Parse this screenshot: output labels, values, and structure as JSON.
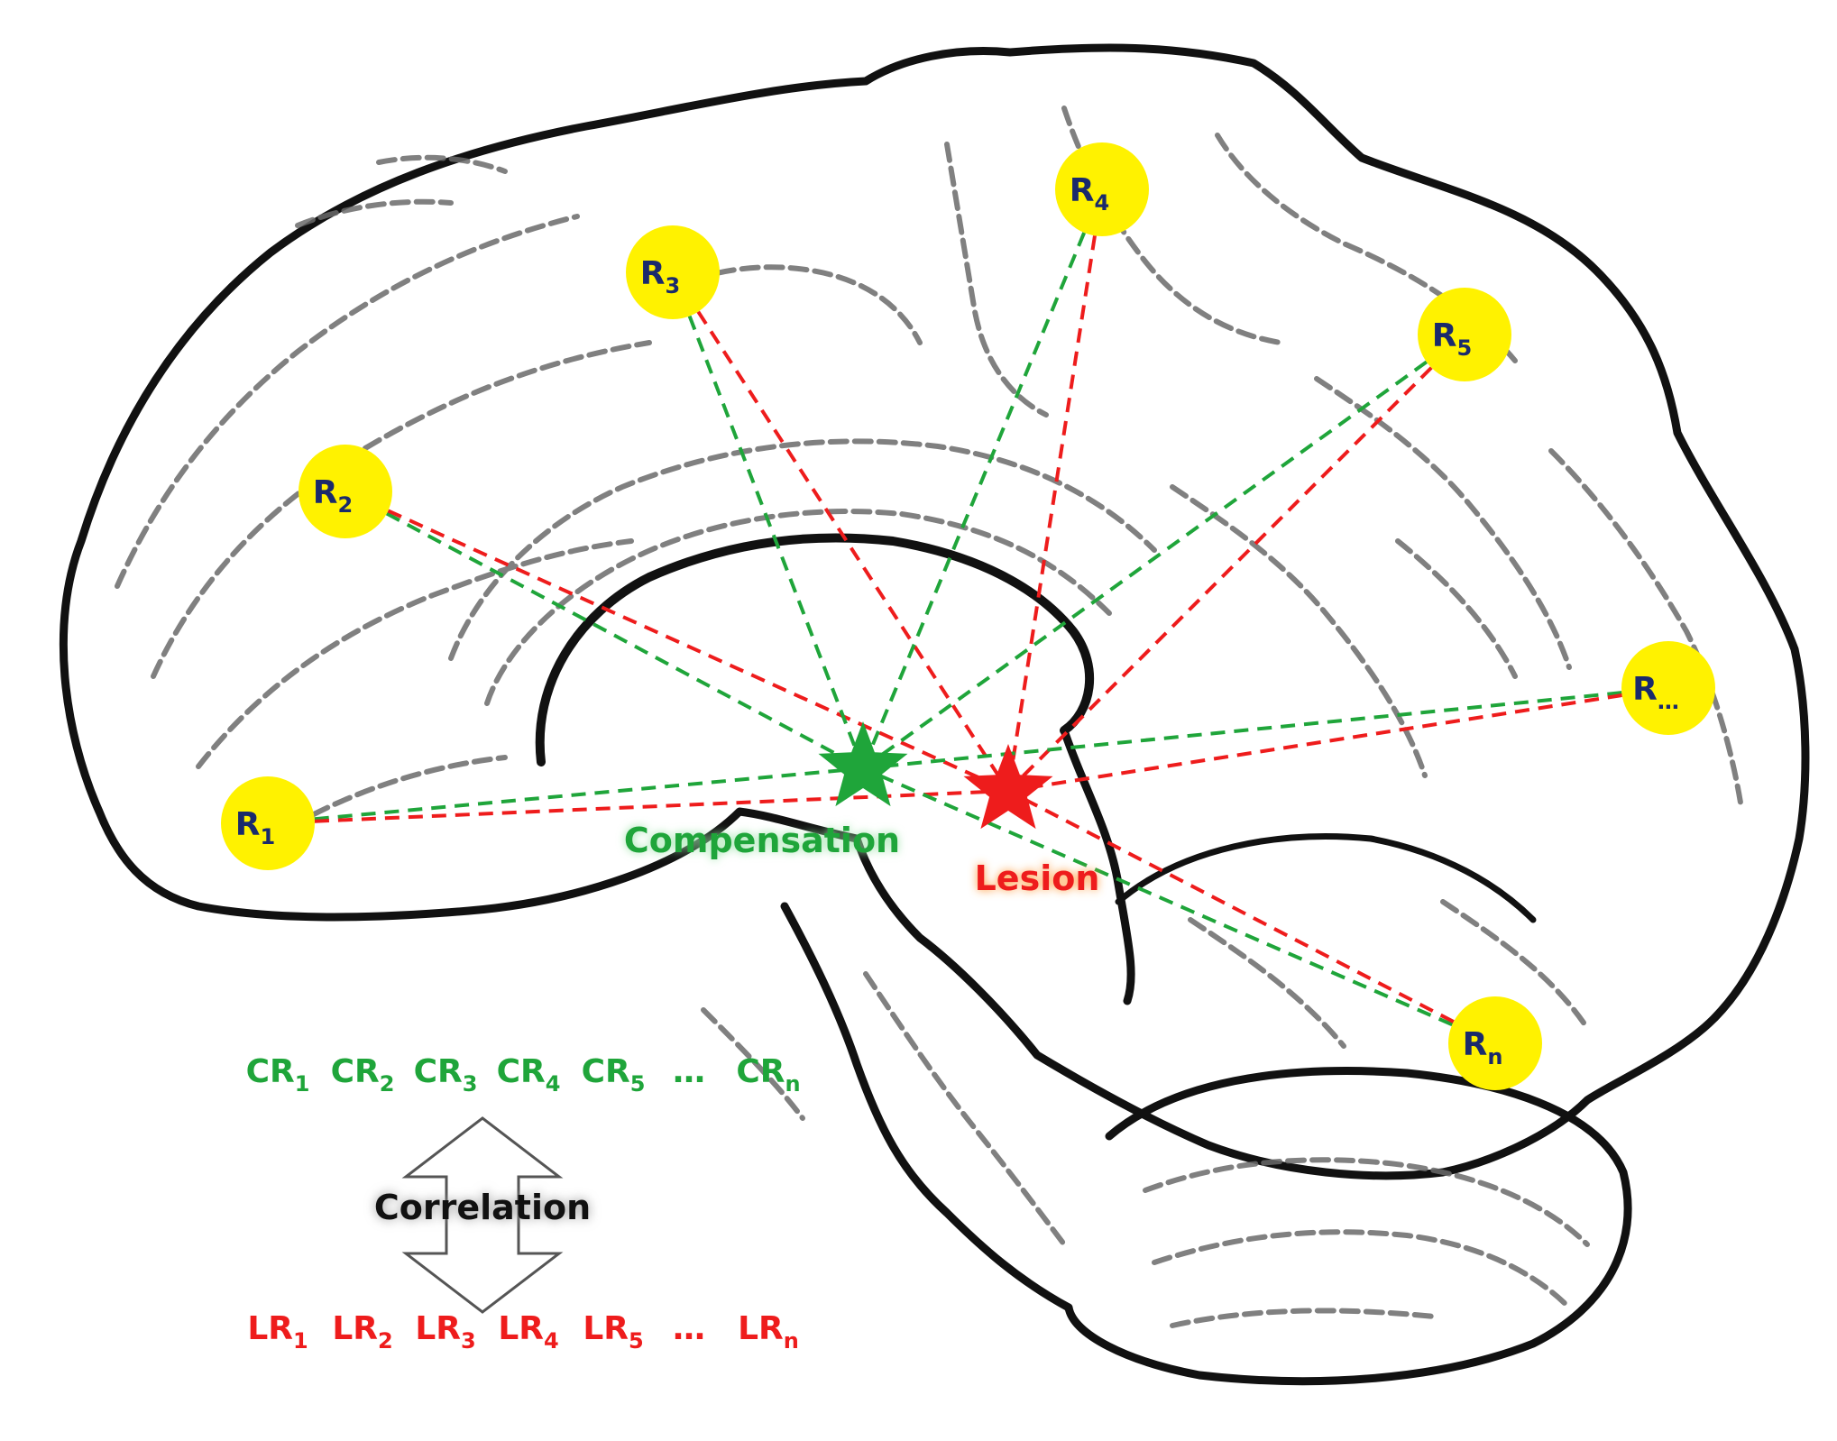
{
  "colors": {
    "green": "#1fa53a",
    "red": "#ee1c1c",
    "node_fill": "#fff200",
    "node_text": "#1a2a6c",
    "outline": "#111111",
    "fold": "#6a6a6a"
  },
  "nodes": [
    {
      "id": "r1",
      "base": "R",
      "sub": "1"
    },
    {
      "id": "r2",
      "base": "R",
      "sub": "2"
    },
    {
      "id": "r3",
      "base": "R",
      "sub": "3"
    },
    {
      "id": "r4",
      "base": "R",
      "sub": "4"
    },
    {
      "id": "r5",
      "base": "R",
      "sub": "5"
    },
    {
      "id": "rdots",
      "base": "R",
      "sub": "…"
    },
    {
      "id": "rn",
      "base": "R",
      "sub": "n"
    }
  ],
  "compensation_label": "Compensation",
  "lesion_label": "Lesion",
  "correlation_label": "Correlation",
  "cr_row": [
    {
      "base": "CR",
      "sub": "1"
    },
    {
      "base": "CR",
      "sub": "2"
    },
    {
      "base": "CR",
      "sub": "3"
    },
    {
      "base": "CR",
      "sub": "4"
    },
    {
      "base": "CR",
      "sub": "5"
    },
    {
      "base": "…",
      "sub": ""
    },
    {
      "base": "CR",
      "sub": "n"
    }
  ],
  "lr_row": [
    {
      "base": "LR",
      "sub": "1"
    },
    {
      "base": "LR",
      "sub": "2"
    },
    {
      "base": "LR",
      "sub": "3"
    },
    {
      "base": "LR",
      "sub": "4"
    },
    {
      "base": "LR",
      "sub": "5"
    },
    {
      "base": "…",
      "sub": ""
    },
    {
      "base": "LR",
      "sub": "n"
    }
  ]
}
